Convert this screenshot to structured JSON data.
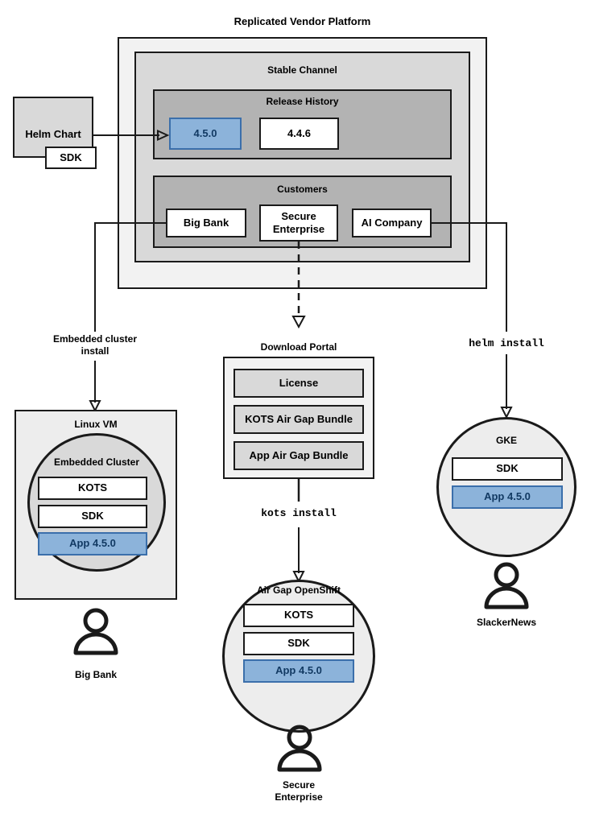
{
  "diagram": {
    "title": "Replicated Vendor Platform",
    "platform": {
      "stable_channel": {
        "label": "Stable Channel",
        "release_history": {
          "label": "Release History",
          "releases": [
            {
              "version": "4.5.0",
              "highlighted": true
            },
            {
              "version": "4.4.6",
              "highlighted": false
            }
          ]
        },
        "customers": {
          "label": "Customers",
          "items": [
            {
              "name": "Big Bank"
            },
            {
              "name": "Secure\nEnterprise",
              "line1": "Secure",
              "line2": "Enterprise"
            },
            {
              "name": "AI Company"
            }
          ]
        }
      }
    },
    "source": {
      "label": "Helm Chart",
      "sub_label": "SDK"
    },
    "install_paths": [
      {
        "label_line1": "Embedded cluster",
        "label_line2": "install",
        "style": "bold"
      },
      {
        "label_line1": "kots install",
        "label_line2": "",
        "style": "mono"
      },
      {
        "label_line1": "helm install",
        "label_line2": "",
        "style": "mono"
      }
    ],
    "download_portal": {
      "label": "Download Portal",
      "artifacts": [
        {
          "name": "License"
        },
        {
          "name": "KOTS Air Gap Bundle"
        },
        {
          "name": "App Air Gap Bundle"
        }
      ]
    },
    "targets": [
      {
        "id": "linux-vm",
        "outer_label": "Linux VM",
        "inner_label": "Embedded Cluster",
        "components": [
          {
            "name": "KOTS",
            "highlighted": false
          },
          {
            "name": "SDK",
            "highlighted": false
          },
          {
            "name": "App 4.5.0",
            "highlighted": true
          }
        ],
        "customer": "Big Bank"
      },
      {
        "id": "air-gap-openshift",
        "outer_label": "",
        "inner_label": "Air Gap OpenShift",
        "components": [
          {
            "name": "KOTS",
            "highlighted": false
          },
          {
            "name": "SDK",
            "highlighted": false
          },
          {
            "name": "App 4.5.0",
            "highlighted": true
          }
        ],
        "customer_line1": "Secure",
        "customer_line2": "Enterprise"
      },
      {
        "id": "gke",
        "outer_label": "",
        "inner_label": "GKE",
        "components": [
          {
            "name": "SDK",
            "highlighted": false
          },
          {
            "name": "App 4.5.0",
            "highlighted": true
          }
        ],
        "customer": "SlackerNews"
      }
    ],
    "colors": {
      "highlight_fill": "#8cb3da",
      "highlight_border": "#3b6fab",
      "highlight_text": "#123a63",
      "stroke": "#1a1a1a",
      "outer_bg": "#f2f2f2",
      "channel_bg": "#d9d9d9",
      "inner_bg": "#b3b3b3"
    }
  }
}
